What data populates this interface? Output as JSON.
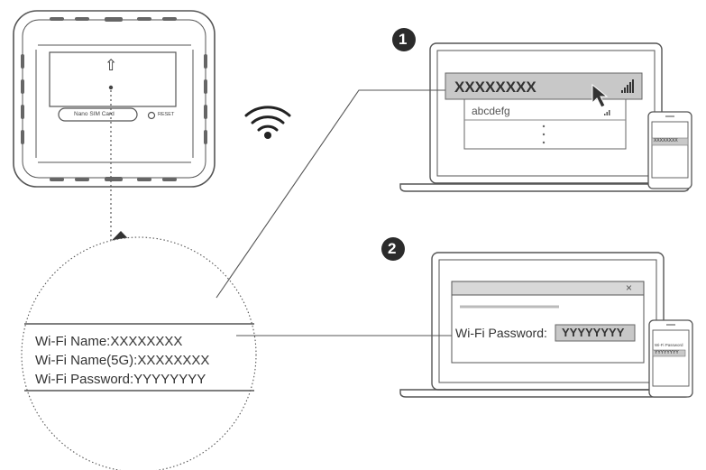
{
  "router": {
    "sim_label": "Nano SIM Card",
    "reset_label": "RESET",
    "arrow_glyph": "⇧"
  },
  "label": {
    "wifi_name": "Wi-Fi Name:XXXXXXXX",
    "wifi_name_5g": "Wi-Fi Name(5G):XXXXXXXX",
    "wifi_password": "Wi-Fi Password:YYYYYYYY"
  },
  "step1": {
    "number": "1",
    "selected_network": "XXXXXXXX",
    "other_network": "abcdefg",
    "phone_network": "XXXXXXXX"
  },
  "step2": {
    "number": "2",
    "password_label": "Wi-Fi Password:",
    "password_value": "YYYYYYYY",
    "close_glyph": "×",
    "phone_password_label": "Wi-Fi Password",
    "phone_password_value": "YYYYYYYY"
  },
  "colors": {
    "line": "#555555",
    "highlight": "#c8c8c8",
    "badge": "#2b2b2b"
  },
  "icons": [
    "wifi-icon",
    "arrow-up-icon",
    "cursor-icon",
    "signal-icon",
    "close-icon",
    "reset-button-icon"
  ]
}
